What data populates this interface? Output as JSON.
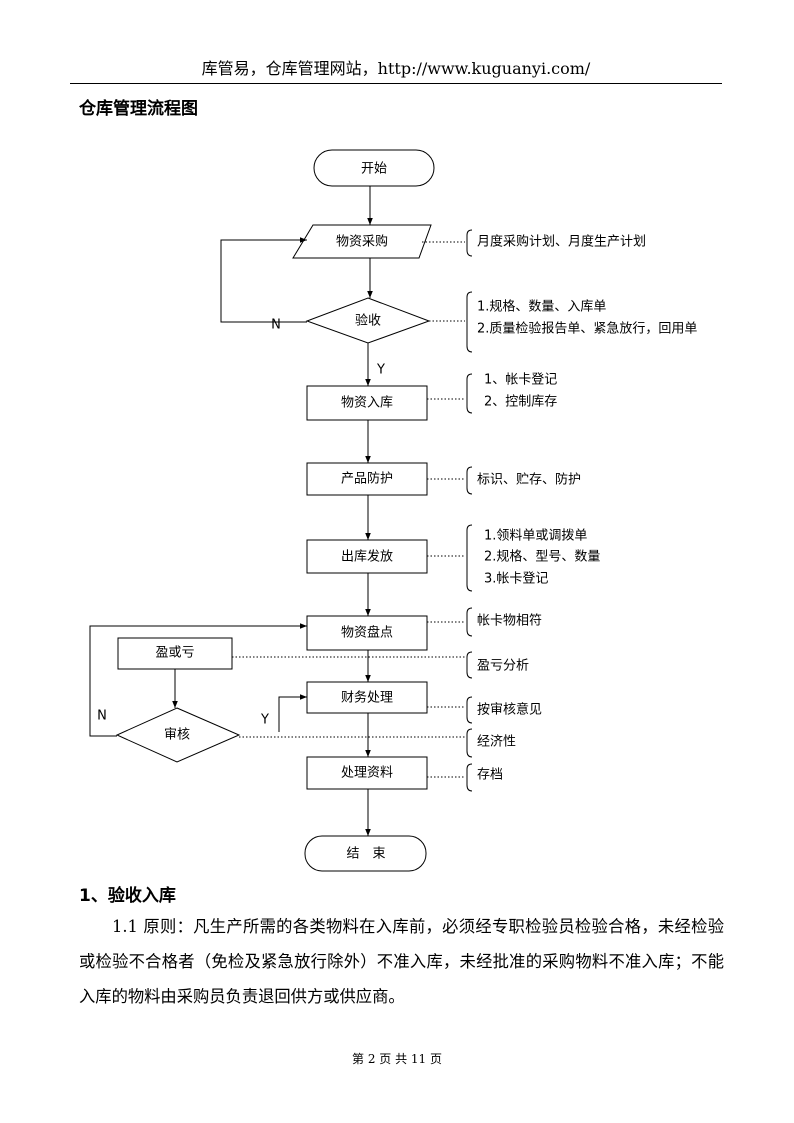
{
  "header": {
    "text": "库管易，仓库管理网站，http://www.kuguanyi.com/"
  },
  "title": "仓库管理流程图",
  "flow": {
    "start": "开始",
    "purchase": "物资采购",
    "inspect": "验收",
    "stock_in": "物资入库",
    "protect": "产品防护",
    "issue": "出库发放",
    "count": "物资盘点",
    "surplus": "盈或亏",
    "finance": "财务处理",
    "audit": "审核",
    "data": "处理资料",
    "end": "结　束",
    "label_n1": "N",
    "label_y1": "Y",
    "label_n2": "N",
    "label_y2": "Y"
  },
  "notes": {
    "purchase": "月度采购计划、月度生产计划",
    "inspect": [
      "1.规格、数量、入库单",
      "2.质量检验报告单、紧急放行，回用单"
    ],
    "stock_in": [
      "1、帐卡登记",
      "2、控制库存"
    ],
    "protect": "标识、贮存、防护",
    "issue": [
      "1.领料单或调拨单",
      "2.规格、型号、数量",
      "3.帐卡登记"
    ],
    "count": "帐卡物相符",
    "surplus": "盈亏分析",
    "finance": "按审核意见",
    "audit": "经济性",
    "data": "存档"
  },
  "section": {
    "heading": "1、验收入库",
    "paragraph": "1.1 原则：凡生产所需的各类物料在入库前，必须经专职检验员检验合格，未经检验或检验不合格者（免检及紧急放行除外）不准入库，未经批准的采购物料不准入库；不能入库的物料由采购员负责退回供方或供应商。"
  },
  "footer": "第 2 页 共 11 页"
}
